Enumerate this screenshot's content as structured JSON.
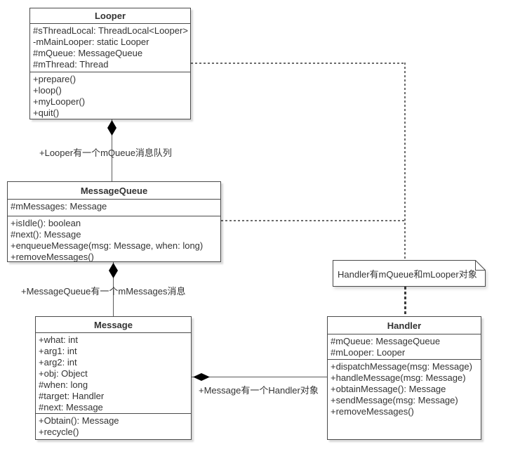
{
  "diagram_title": "Android message loop UML class diagram",
  "colors": {
    "background": "#ffffff",
    "box_border": "#4a4a4a",
    "text": "#333333",
    "solid_line": "#5c5c5c",
    "dashed_line": "#6b6b6b",
    "diamond_fill": "#000000"
  },
  "classes": [
    {
      "name": "Looper",
      "attributes": [
        "#sThreadLocal: ThreadLocal<Looper>",
        "-mMainLooper: static Looper",
        "#mQueue: MessageQueue",
        "#mThread: Thread"
      ],
      "methods": [
        "+prepare()",
        "+loop()",
        "+myLooper()",
        "+quit()"
      ]
    },
    {
      "name": "MessageQueue",
      "attributes": [
        "#mMessages: Message"
      ],
      "methods": [
        "+isIdle(): boolean",
        "#next(): Message",
        "+enqueueMessage(msg: Message, when: long)",
        "+removeMessages()"
      ]
    },
    {
      "name": "Message",
      "attributes": [
        "+what: int",
        "+arg1: int",
        "+arg2: int",
        "+obj: Object",
        "#when: long",
        "#target: Handler",
        "#next: Message"
      ],
      "methods": [
        "+Obtain(): Message",
        "+recycle()"
      ]
    },
    {
      "name": "Handler",
      "attributes": [
        "#mQueue: MessageQueue",
        "#mLooper: Looper"
      ],
      "methods": [
        "+dispatchMessage(msg: Message)",
        "+handleMessage(msg: Message)",
        "+obtainMessage(): Message",
        "+sendMessage(msg: Message)",
        "+removeMessages()"
      ]
    }
  ],
  "relationships": [
    {
      "type": "composition",
      "from": "Looper",
      "to": "MessageQueue",
      "label": "+Looper有一个mQueue消息队列"
    },
    {
      "type": "composition",
      "from": "MessageQueue",
      "to": "Message",
      "label": "+MessageQueue有一个mMessages消息"
    },
    {
      "type": "composition",
      "from": "Message",
      "to": "Handler",
      "label": "+Message有一个Handler对象"
    },
    {
      "type": "dashed-dependency",
      "from": "Looper",
      "to": "note"
    },
    {
      "type": "dashed-dependency",
      "from": "MessageQueue",
      "to": "note"
    },
    {
      "type": "dotted-anchor",
      "from": "note",
      "to": "Handler"
    }
  ],
  "note": {
    "text": "Handler有mQueue和mLooper对象"
  }
}
